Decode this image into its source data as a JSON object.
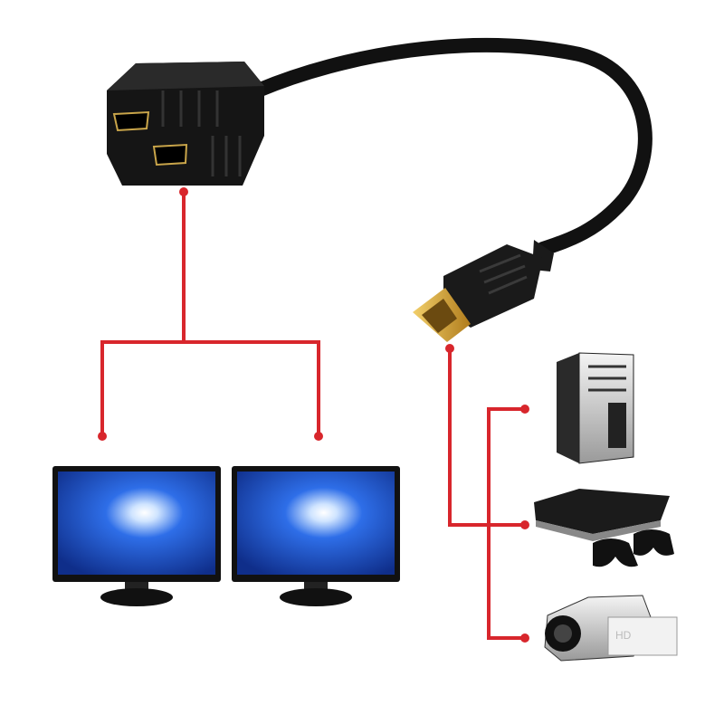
{
  "colors": {
    "connector_line": "#d8262c",
    "cable": "#111111",
    "plug_tip": "#d4a23a",
    "screen": "#1d5bd6",
    "background": "#ffffff"
  },
  "camcorder": {
    "logo": "HD"
  },
  "icons": [
    "hdmi-splitter",
    "hdmi-plug",
    "monitor",
    "pc-tower",
    "game-console",
    "camcorder"
  ]
}
